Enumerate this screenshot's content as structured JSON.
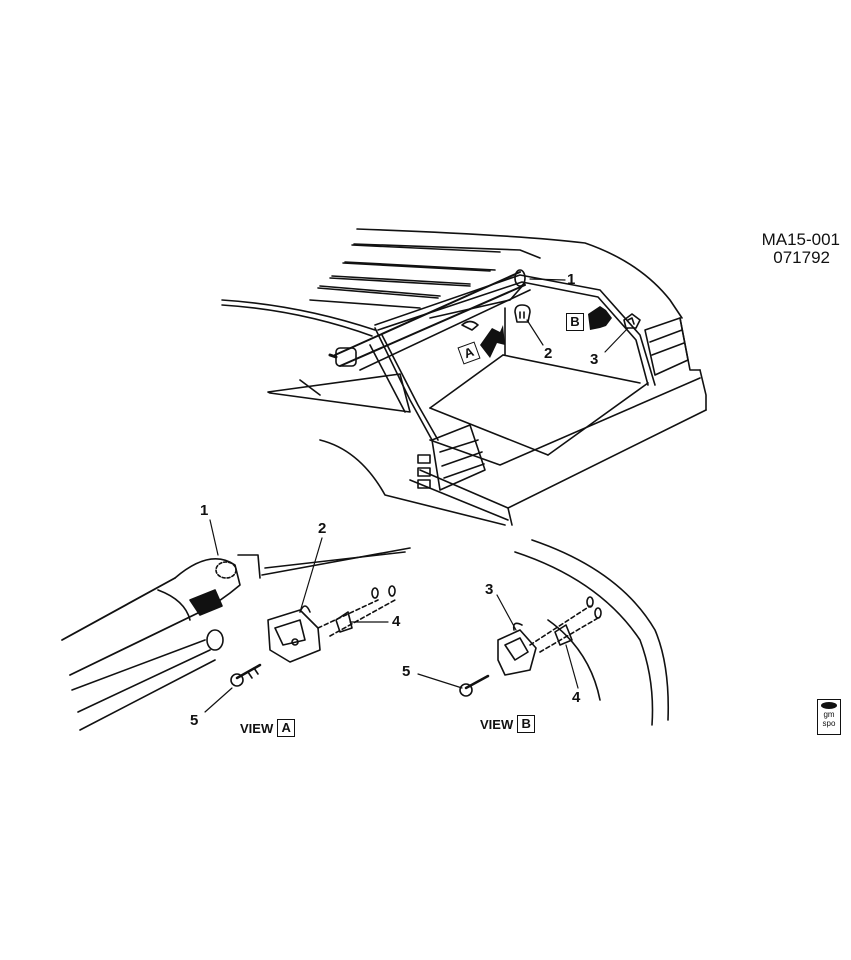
{
  "diagram": {
    "code_line1": "MA15-001",
    "code_line2": "071792",
    "callouts": {
      "top_1": "1",
      "top_2": "2",
      "top_3": "3",
      "a_1": "1",
      "a_2": "2",
      "a_4": "4",
      "a_5": "5",
      "b_3": "3",
      "b_4": "4",
      "b_5": "5"
    },
    "view_markers": {
      "a": "A",
      "b": "B"
    },
    "views": {
      "a_prefix": "VIEW",
      "a_letter": "A",
      "b_prefix": "VIEW",
      "b_letter": "B"
    },
    "logo": {
      "line1": "gm",
      "line2": "spo"
    }
  }
}
